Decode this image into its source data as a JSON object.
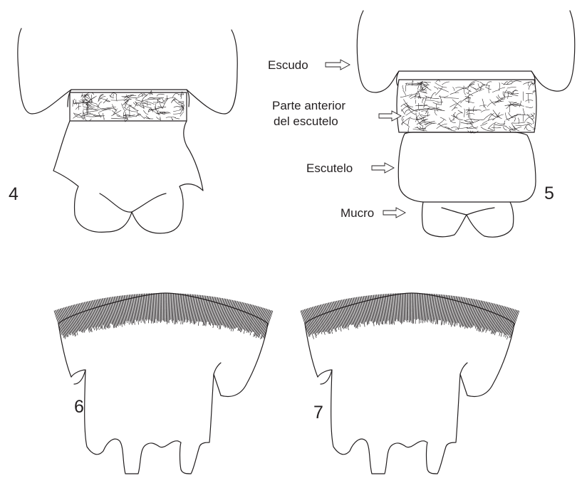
{
  "figures": [
    {
      "number": "4"
    },
    {
      "number": "5"
    },
    {
      "number": "6"
    },
    {
      "number": "7"
    }
  ],
  "labels": {
    "escudo": "Escudo",
    "parte_anterior_line1": "Parte anterior",
    "parte_anterior_line2": "del escutelo",
    "escutelo": "Escutelo",
    "mucro": "Mucro"
  },
  "colors": {
    "ink": "#231f20",
    "background": "#ffffff"
  }
}
